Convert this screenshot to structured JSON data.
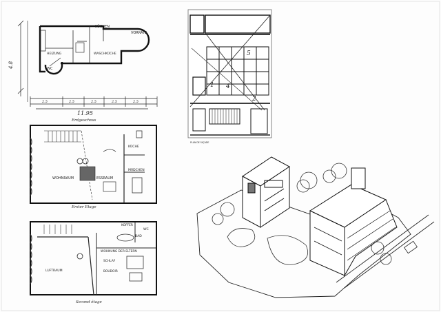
{
  "plans": {
    "ground": {
      "caption": "Erdgeschoss",
      "rooms": [
        "KÜCHEN",
        "VORRÄTE",
        "HEIZUNG",
        "WASCHKÜCHE",
        "WC"
      ],
      "dim_vertical": "4.8",
      "dim_horizontal": "11.95",
      "bottom_dims": [
        "2.5",
        "2.5",
        "2.5",
        "2.5",
        "2.5"
      ]
    },
    "first": {
      "caption": "Erster Etage",
      "rooms": [
        "WOHNRAUM",
        "ESSRAUM",
        "KÜCHE",
        "MÄDCHEN"
      ]
    },
    "second": {
      "caption": "Second étage",
      "rooms": [
        "LUFTRAUM",
        "BAD",
        "WC",
        "WOHNUNG DER ELTERN",
        "SCHLAF",
        "BOUDOIR",
        "KOFFER"
      ]
    }
  },
  "elevation": {
    "numbers": [
      "5",
      "1",
      "4",
      "2"
    ],
    "caption": "PLAN DE FAÇADE"
  }
}
